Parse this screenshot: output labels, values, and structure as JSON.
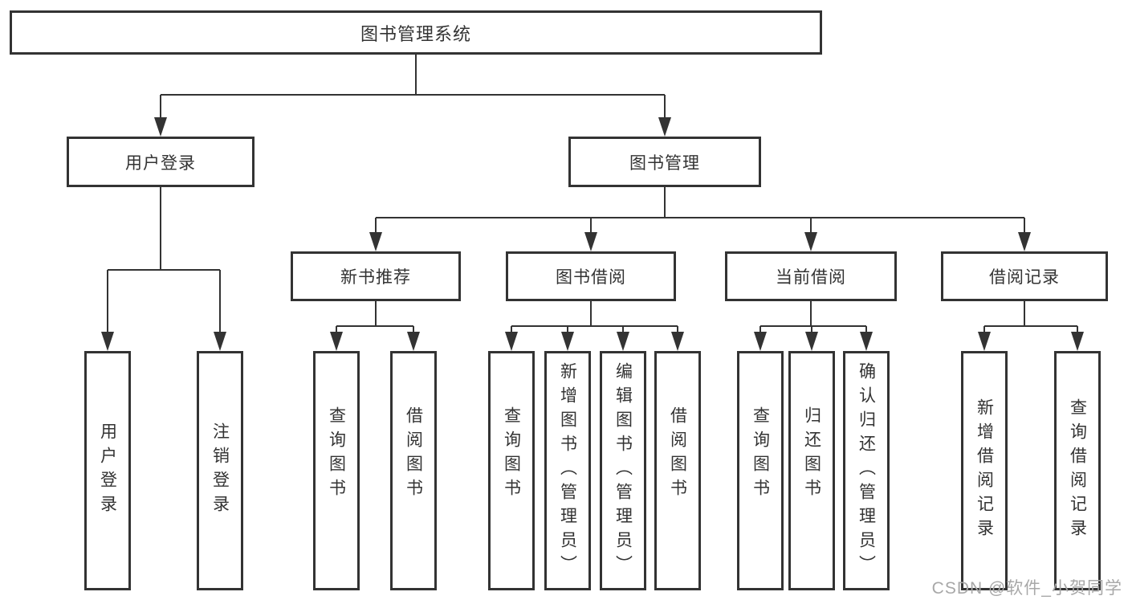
{
  "diagram": {
    "root": {
      "label": "图书管理系统"
    },
    "branches": [
      {
        "label": "用户登录",
        "children": [
          {
            "label": "用户登录"
          },
          {
            "label": "注销登录"
          }
        ]
      },
      {
        "label": "图书管理",
        "children": [
          {
            "label": "新书推荐",
            "children": [
              {
                "label": "查询图书"
              },
              {
                "label": "借阅图书"
              }
            ]
          },
          {
            "label": "图书借阅",
            "children": [
              {
                "label": "查询图书"
              },
              {
                "label": "新增图书（管理员）"
              },
              {
                "label": "编辑图书（管理员）"
              },
              {
                "label": "借阅图书"
              }
            ]
          },
          {
            "label": "当前借阅",
            "children": [
              {
                "label": "查询图书"
              },
              {
                "label": "归还图书"
              },
              {
                "label": "确认归还（管理员）"
              }
            ]
          },
          {
            "label": "借阅记录",
            "children": [
              {
                "label": "新增借阅记录"
              },
              {
                "label": "查询借阅记录"
              }
            ]
          }
        ]
      }
    ]
  },
  "watermark": {
    "text": "CSDN @软件_小贺同学"
  },
  "colors": {
    "line": "#333333",
    "text": "#333333",
    "box_background": "#ffffff",
    "watermark": "#a8a8a8"
  }
}
